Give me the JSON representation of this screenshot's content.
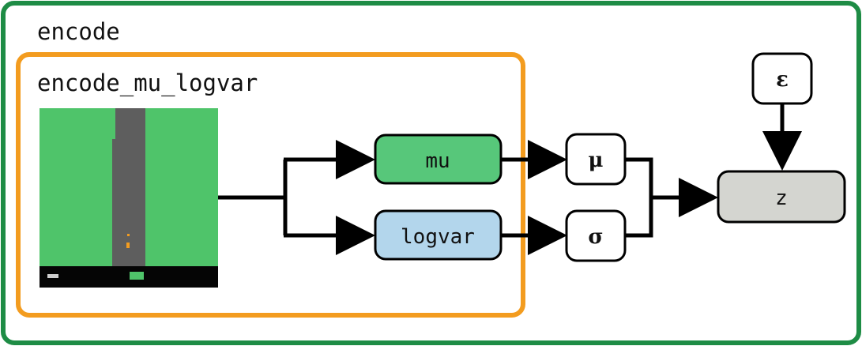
{
  "outer_box": {
    "label": "encode",
    "border_color": "#1e8c45"
  },
  "inner_box": {
    "label": "encode_mu_logvar",
    "border_color": "#f39c1f"
  },
  "input_frame": {
    "grass_color": "#4fc46a",
    "road_color": "#5e5e5e",
    "bar_color": "#050505"
  },
  "nodes": {
    "mu": {
      "label": "mu",
      "fill": "#57c77a"
    },
    "logvar": {
      "label": "logvar",
      "fill": "#b3d6ec"
    },
    "mu_symbol": {
      "label": "μ"
    },
    "sigma_symbol": {
      "label": "σ"
    },
    "epsilon": {
      "label": "ε"
    },
    "z": {
      "label": "z",
      "fill": "#d4d5d0"
    }
  }
}
